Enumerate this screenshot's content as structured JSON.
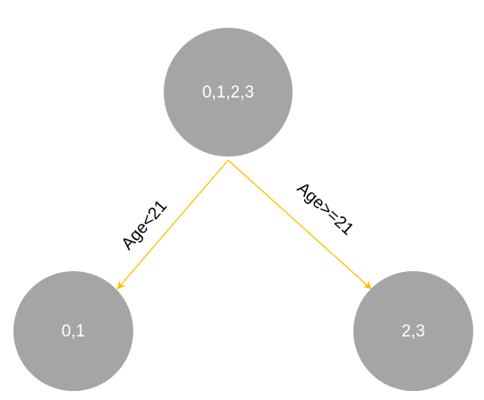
{
  "colors": {
    "node_fill": "#a5a5a5",
    "edge_stroke": "#ffc000",
    "node_text": "#ffffff",
    "edge_text": "#000000"
  },
  "nodes": [
    {
      "id": "root",
      "label": "0,1,2,3"
    },
    {
      "id": "left",
      "label": "0,1"
    },
    {
      "id": "right",
      "label": "2,3"
    }
  ],
  "edges": [
    {
      "from": "root",
      "to": "left",
      "label": "Age<21"
    },
    {
      "from": "root",
      "to": "right",
      "label": "Age>=21"
    }
  ]
}
